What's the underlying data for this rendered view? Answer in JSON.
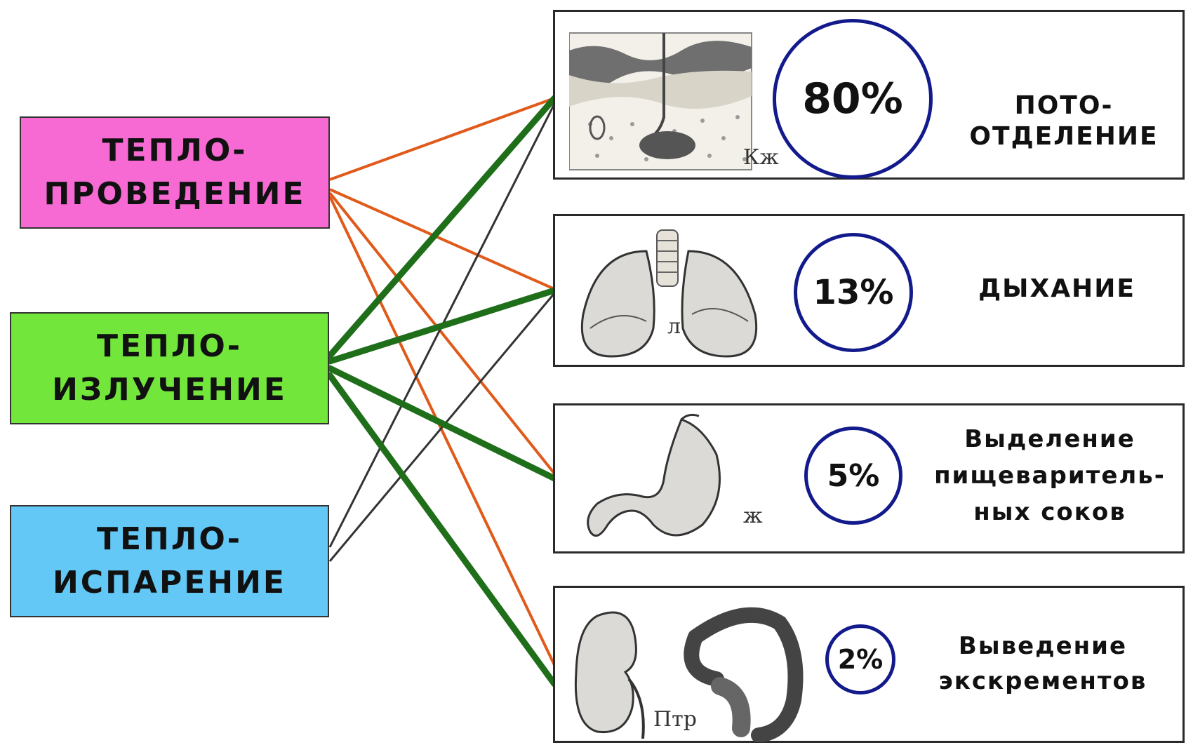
{
  "methods": [
    {
      "label": "ТЕПЛО-\nПРОВЕДЕНИЕ"
    },
    {
      "label": "ТЕПЛО-\nИЗЛУЧЕНИЕ"
    },
    {
      "label": "ТЕПЛО-\nИСПАРЕНИЕ"
    }
  ],
  "channels": [
    {
      "percent": "80%",
      "label": "ПОТО-\nОТДЕЛЕНИЕ",
      "organ_letter": "Кж",
      "organ": "skin-icon"
    },
    {
      "percent": "13%",
      "label": "ДЫХАНИЕ",
      "organ_letter": "л",
      "organ": "lungs-icon"
    },
    {
      "percent": "5%",
      "label": "Выделение\nпищеваритель-\nных соков",
      "organ_letter": "ж",
      "organ": "stomach-icon"
    },
    {
      "percent": "2%",
      "label": "Выведение\nэкскрементов",
      "organ_letter": "Птр",
      "organ": "kidney-intestine-icon"
    }
  ],
  "colors": {
    "conduction": "#f76ad3",
    "radiation": "#73e63c",
    "evaporation": "#63c8f5",
    "circle": "#121a8c",
    "line_conduction": "#e05a1a",
    "line_radiation": "#1f6e1a",
    "line_evaporation": "#333333"
  }
}
